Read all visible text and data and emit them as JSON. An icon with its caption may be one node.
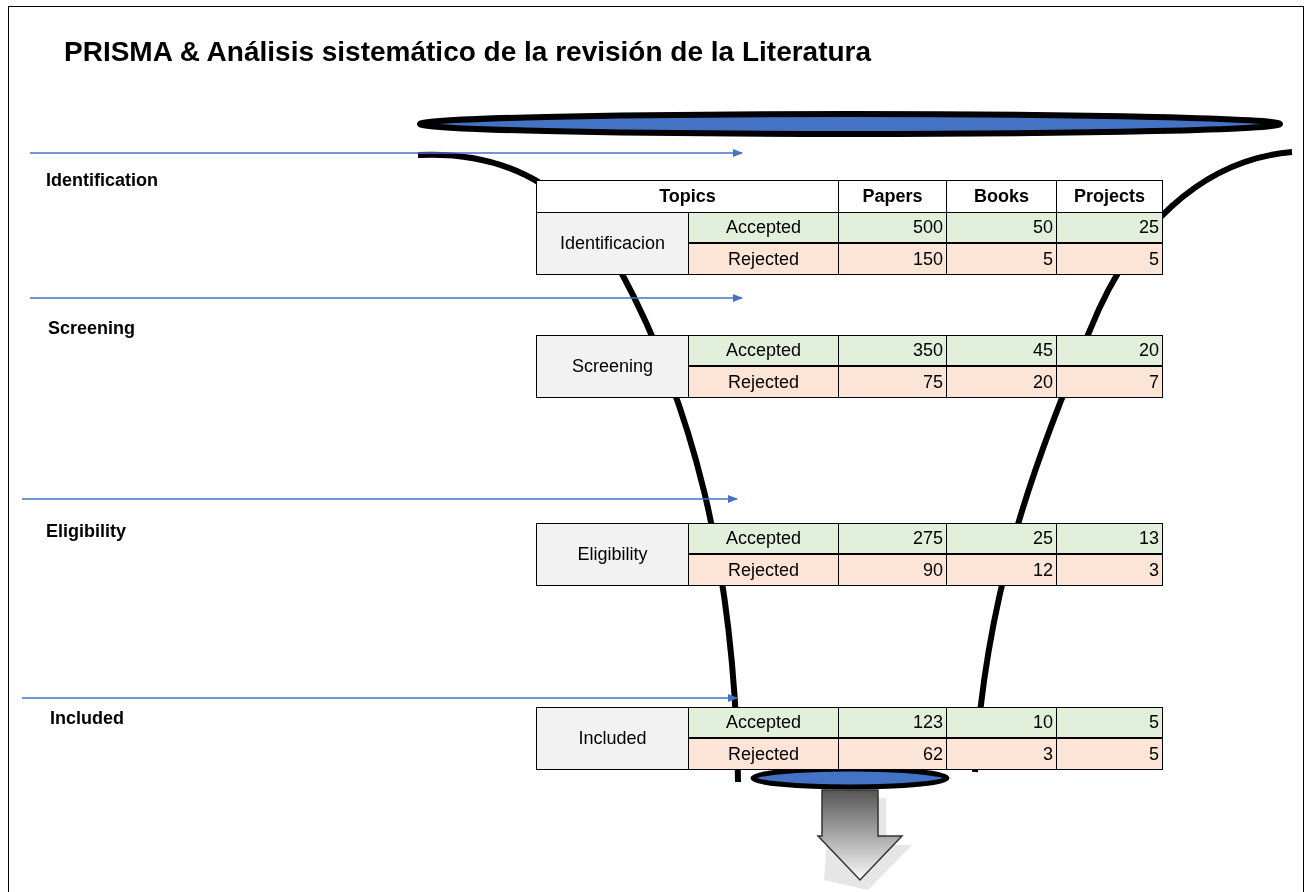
{
  "diagram": {
    "title": "PRISMA & Análisis sistemático de la revisión de la Literatura",
    "labels": [
      "Identification",
      "Topics",
      "Papers",
      "Books",
      "Projects",
      "Identificacion",
      "Accepted",
      "500",
      "50",
      "25",
      "Rejected",
      "150",
      "5",
      "5",
      "Screening",
      "Screening",
      "Accepted",
      "350",
      "45",
      "20",
      "Rejected",
      "75",
      "20",
      "7",
      "Eligibility",
      "Eligibility",
      "Accepted",
      "275",
      "25",
      "13",
      "Rejected",
      "90",
      "12",
      "3",
      "Included",
      "Included",
      "Accepted",
      "123",
      "10",
      "5",
      "Rejected",
      "62",
      "3",
      "5"
    ]
  }
}
